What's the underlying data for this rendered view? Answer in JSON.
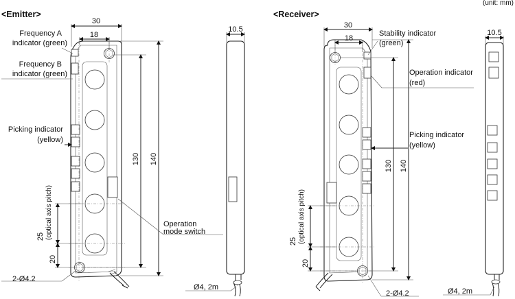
{
  "unit_note": "(unit: mm)",
  "emitter": {
    "title": "<Emitter>",
    "dims": {
      "width": "30",
      "inner_width": "18",
      "axis_span": "130",
      "length": "140",
      "pitch": "25",
      "pitch_note": "(optical axis pitch)",
      "end_offset": "20",
      "side_thickness": "10.5"
    },
    "labels": {
      "freq_a_1": "Frequency A",
      "freq_a_2": "indicator (green)",
      "freq_b_1": "Frequency B",
      "freq_b_2": "indicator (green)",
      "picking_1": "Picking indicator",
      "picking_2": "(yellow)",
      "opmode_1": "Operation",
      "opmode_2": "mode switch",
      "holes": "2-Ø4.2",
      "cable": "Ø4, 2m"
    }
  },
  "receiver": {
    "title": "<Receiver>",
    "dims": {
      "width": "30",
      "inner_width": "18",
      "axis_span": "130",
      "length": "140",
      "pitch": "25",
      "pitch_note": "(optical axis pitch)",
      "end_offset": "20",
      "side_thickness": "10.5"
    },
    "labels": {
      "stability_1": "Stability indicator",
      "stability_2": "(green)",
      "operation_1": "Operation indicator",
      "operation_2": "(red)",
      "picking_1": "Picking indicator",
      "picking_2": "(yellow)",
      "holes": "2-Ø4.2",
      "cable": "Ø4, 2m"
    }
  }
}
